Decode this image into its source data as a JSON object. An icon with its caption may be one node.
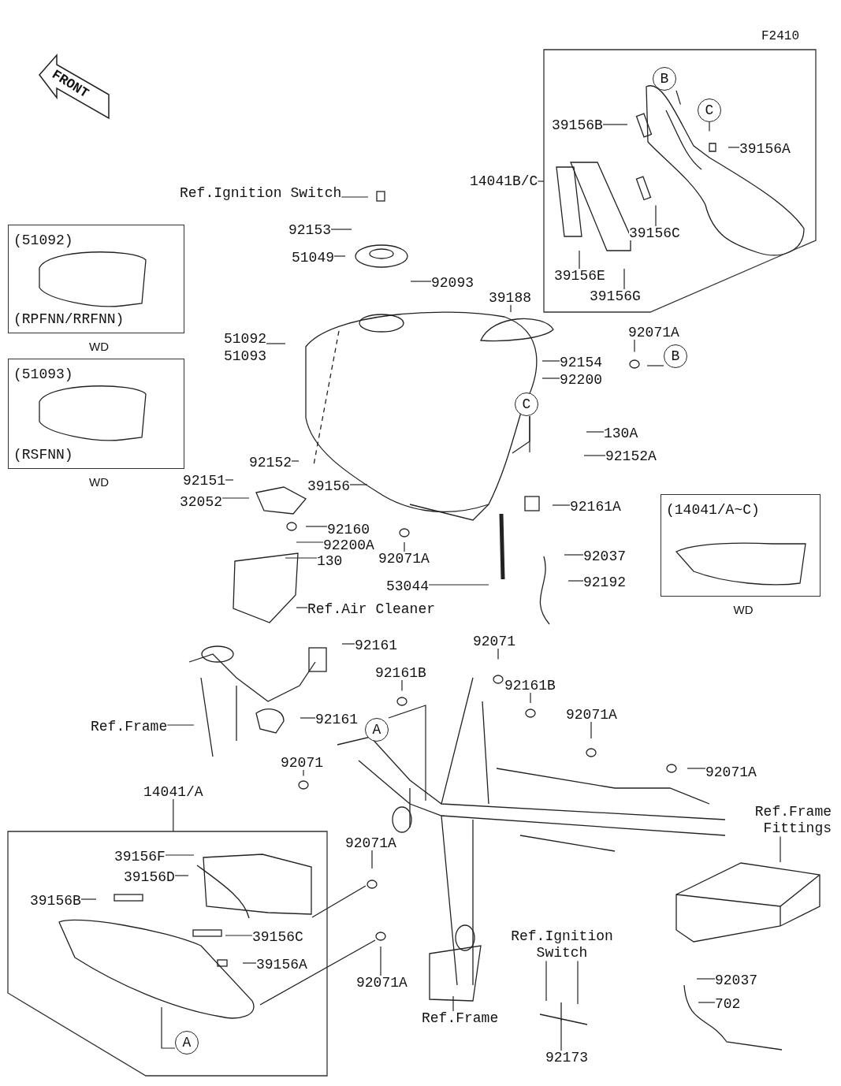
{
  "diagram": {
    "nodes": [
      {
        "text": [],
        "shape": "box"
      },
      {
        "text": [
          "B"
        ],
        "in": 0
      },
      {
        "text": [
          "C"
        ],
        "in": 0
      },
      {
        "text": [
          "39156B"
        ],
        "in": 0
      },
      {
        "text": [
          "39156A"
        ],
        "in": 0
      },
      {
        "text": [
          "39156C"
        ],
        "in": 0
      },
      {
        "text": [
          "39156E"
        ],
        "in": 0
      },
      {
        "text": [
          "39156G"
        ],
        "in": 0
      },
      {
        "text": [
          "14041B/C"
        ]
      },
      {
        "text": [
          "(51092)",
          "(RPFNN/RRFNN)"
        ],
        "beside": [
          "WD"
        ]
      },
      {
        "text": [
          "(51093)",
          "(RSFNN)"
        ],
        "beside": [
          "WD"
        ]
      },
      {
        "text": [
          "(14041/A~C)"
        ],
        "beside": [
          "WD"
        ]
      },
      {
        "text": [],
        "shape": "box"
      },
      {
        "text": [
          "39156F"
        ],
        "in": 12
      },
      {
        "text": [
          "39156D"
        ],
        "in": 12
      },
      {
        "text": [
          "39156B"
        ],
        "in": 12
      },
      {
        "text": [
          "39156C"
        ],
        "in": 12
      },
      {
        "text": [
          "39156A"
        ],
        "in": 12
      },
      {
        "text": [
          "A"
        ],
        "in": 12
      },
      {
        "text": [
          "14041/A"
        ]
      },
      {
        "text": [
          "Ref.Ignition Switch"
        ]
      },
      {
        "text": [
          "92153"
        ]
      },
      {
        "text": [
          "51049"
        ]
      },
      {
        "text": [
          "92093"
        ]
      },
      {
        "text": [
          "39188"
        ]
      },
      {
        "text": [
          "51092",
          "51093"
        ]
      },
      {
        "text": [
          "92071A"
        ]
      },
      {
        "text": [
          "B"
        ]
      },
      {
        "text": [
          "92154"
        ]
      },
      {
        "text": [
          "92200"
        ]
      },
      {
        "text": [
          "C"
        ]
      },
      {
        "text": [
          "130A"
        ]
      },
      {
        "text": [
          "92152A"
        ]
      },
      {
        "text": [
          "92152"
        ]
      },
      {
        "text": [
          "92151"
        ]
      },
      {
        "text": [
          "39156"
        ]
      },
      {
        "text": [
          "32052"
        ]
      },
      {
        "text": [
          "92161A"
        ]
      },
      {
        "text": [
          "92160"
        ]
      },
      {
        "text": [
          "92200A"
        ]
      },
      {
        "text": [
          "130"
        ]
      },
      {
        "text": [
          "92071A"
        ]
      },
      {
        "text": [
          "92037"
        ]
      },
      {
        "text": [
          "53044"
        ]
      },
      {
        "text": [
          "92192"
        ]
      },
      {
        "text": [
          "Ref.Air Cleaner"
        ]
      },
      {
        "text": [
          "92161"
        ]
      },
      {
        "text": [
          "92071"
        ]
      },
      {
        "text": [
          "92161B"
        ]
      },
      {
        "text": [
          "92161B"
        ]
      },
      {
        "text": [
          "92071A"
        ]
      },
      {
        "text": [
          "Ref.Frame"
        ]
      },
      {
        "text": [
          "92161"
        ]
      },
      {
        "text": [
          "A"
        ]
      },
      {
        "text": [
          "92071"
        ]
      },
      {
        "text": [
          "92071A"
        ]
      },
      {
        "text": [
          "Ref.Frame Fittings"
        ]
      },
      {
        "text": [
          "92071A"
        ]
      },
      {
        "text": [
          "92071A"
        ]
      },
      {
        "text": [
          "Ref.Ignition Switch"
        ]
      },
      {
        "text": [
          "92037"
        ]
      },
      {
        "text": [
          "702"
        ]
      },
      {
        "text": [
          "Ref.Frame"
        ]
      },
      {
        "text": [
          "92173"
        ]
      }
    ],
    "edges": [
      {
        "from": 3,
        "to": null,
        "arrow": "none"
      },
      {
        "from": 4,
        "to": null,
        "arrow": "none"
      },
      {
        "from": 5,
        "to": null,
        "arrow": "none"
      },
      {
        "from": 6,
        "to": null,
        "arrow": "none"
      },
      {
        "from": 7,
        "to": null,
        "arrow": "none"
      },
      {
        "from": 1,
        "to": null,
        "arrow": "none"
      },
      {
        "from": 2,
        "to": null,
        "arrow": "none"
      },
      {
        "from": 8,
        "to": 0,
        "arrow": "none"
      },
      {
        "from": 13,
        "to": null,
        "arrow": "none"
      },
      {
        "from": 14,
        "to": null,
        "arrow": "none"
      },
      {
        "from": 15,
        "to": null,
        "arrow": "none"
      },
      {
        "from": 16,
        "to": null,
        "arrow": "none"
      },
      {
        "from": 17,
        "to": null,
        "arrow": "none"
      },
      {
        "from": 18,
        "to": null,
        "arrow": "none"
      },
      {
        "from": 19,
        "to": 12,
        "arrow": "none"
      },
      {
        "from": 20,
        "to": null,
        "arrow": "none"
      },
      {
        "from": 21,
        "to": null,
        "arrow": "none"
      },
      {
        "from": 22,
        "to": null,
        "arrow": "none"
      },
      {
        "from": 23,
        "to": null,
        "arrow": "none"
      },
      {
        "from": 24,
        "to": null,
        "arrow": "none"
      },
      {
        "from": 25,
        "to": null,
        "arrow": "none"
      },
      {
        "from": 26,
        "to": null,
        "arrow": "none"
      },
      {
        "from": 27,
        "to": null,
        "arrow": "none"
      },
      {
        "from": 28,
        "to": null,
        "arrow": "none"
      },
      {
        "from": 29,
        "to": null,
        "arrow": "none"
      },
      {
        "from": 30,
        "to": null,
        "arrow": "none"
      },
      {
        "from": 31,
        "to": null,
        "arrow": "none"
      },
      {
        "from": 32,
        "to": null,
        "arrow": "none"
      },
      {
        "from": 33,
        "to": null,
        "arrow": "none"
      },
      {
        "from": 34,
        "to": null,
        "arrow": "none"
      },
      {
        "from": 35,
        "to": null,
        "arrow": "none"
      },
      {
        "from": 36,
        "to": null,
        "arrow": "none"
      },
      {
        "from": 37,
        "to": null,
        "arrow": "none"
      },
      {
        "from": 38,
        "to": null,
        "arrow": "none"
      },
      {
        "from": 39,
        "to": null,
        "arrow": "none"
      },
      {
        "from": 40,
        "to": null,
        "arrow": "none"
      },
      {
        "from": 41,
        "to": null,
        "arrow": "none"
      },
      {
        "from": 42,
        "to": null,
        "arrow": "none"
      },
      {
        "from": 43,
        "to": null,
        "arrow": "none"
      },
      {
        "from": 44,
        "to": null,
        "arrow": "none"
      },
      {
        "from": 45,
        "to": null,
        "arrow": "none"
      },
      {
        "from": 46,
        "to": null,
        "arrow": "none"
      },
      {
        "from": 47,
        "to": null,
        "arrow": "none"
      },
      {
        "from": 48,
        "to": null,
        "arrow": "none"
      },
      {
        "from": 49,
        "to": null,
        "arrow": "none"
      },
      {
        "from": 50,
        "to": null,
        "arrow": "none"
      },
      {
        "from": 51,
        "to": null,
        "arrow": "none"
      },
      {
        "from": 52,
        "to": null,
        "arrow": "none"
      },
      {
        "from": 53,
        "to": null,
        "arrow": "none"
      },
      {
        "from": 54,
        "to": null,
        "arrow": "none"
      },
      {
        "from": 55,
        "to": null,
        "arrow": "none"
      },
      {
        "from": 56,
        "to": null,
        "arrow": "none"
      },
      {
        "from": 57,
        "to": null,
        "arrow": "none"
      },
      {
        "from": 58,
        "to": null,
        "arrow": "none"
      },
      {
        "from": 59,
        "to": null,
        "arrow": "none"
      },
      {
        "from": 59,
        "to": null,
        "arrow": "none"
      },
      {
        "from": 60,
        "to": null,
        "arrow": "none"
      },
      {
        "from": 61,
        "to": null,
        "arrow": "none"
      },
      {
        "from": 62,
        "to": null,
        "arrow": "none"
      },
      {
        "from": 63,
        "to": null,
        "arrow": "none"
      }
    ],
    "labels": [
      "F2410",
      "FRONT"
    ]
  }
}
